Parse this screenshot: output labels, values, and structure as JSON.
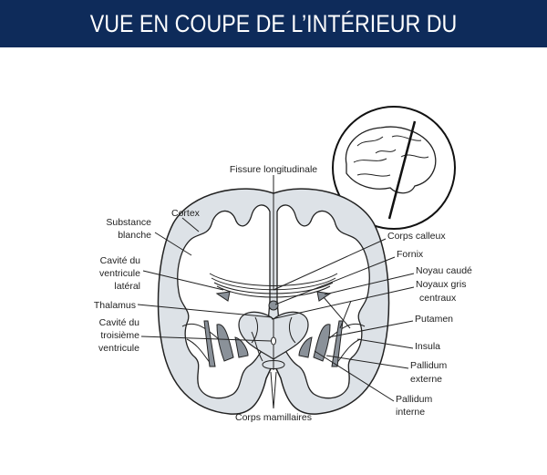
{
  "title": "VUE EN COUPE DE L’INTÉRIEUR DU CERVEAU",
  "colors": {
    "header_bg": "#0e2b5a",
    "cortex": "#dde2e7",
    "nuclei": "#8a9199"
  },
  "labels": {
    "fissure": "Fissure longitudinale",
    "cortex": "Cortex",
    "substance": [
      "Substance",
      "blanche"
    ],
    "ventricule_lateral": [
      "Cavité du",
      "ventricule",
      "latéral"
    ],
    "thalamus": "Thalamus",
    "troisieme_ventricule": [
      "Cavité du",
      "troisième",
      "ventricule"
    ],
    "corps_mamillaires": "Corps mamillaires",
    "corps_calleux": "Corps calleux",
    "fornix": "Fornix",
    "noyau_caude": "Noyau caudé",
    "noyaux_gris": [
      "Noyaux gris",
      "centraux"
    ],
    "putamen": "Putamen",
    "insula": "Insula",
    "pallidum_externe": [
      "Pallidum",
      "externe"
    ],
    "pallidum_interne": [
      "Pallidum",
      "interne"
    ]
  }
}
